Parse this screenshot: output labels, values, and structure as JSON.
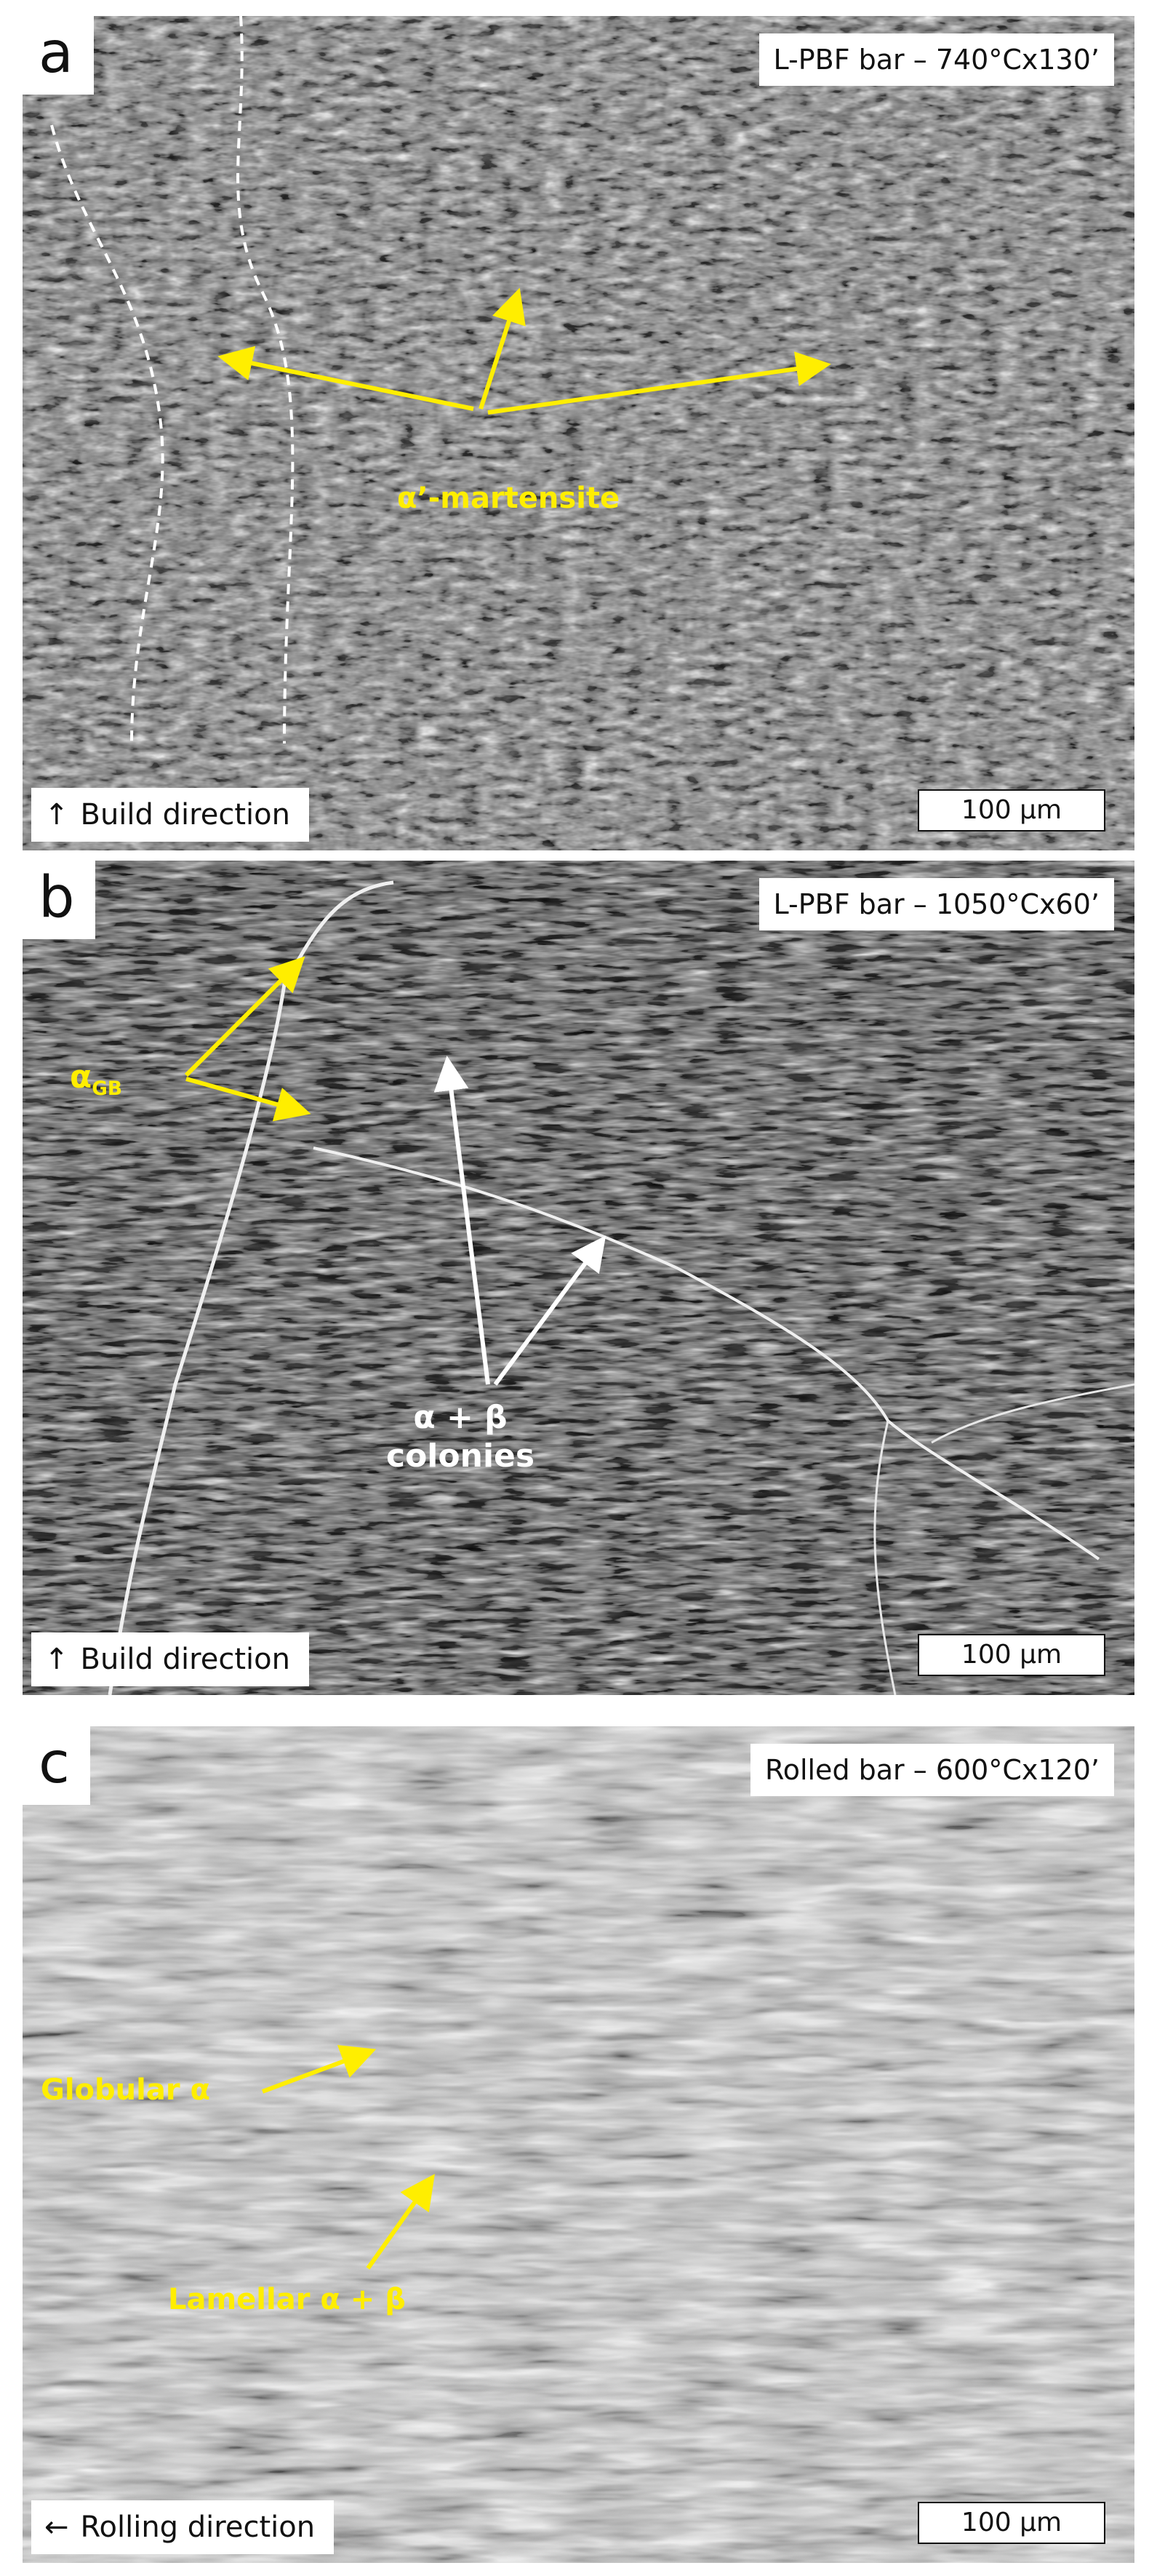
{
  "colors": {
    "annotation_yellow": "#ffee00",
    "annotation_white": "#ffffff"
  },
  "panels": [
    {
      "letter": "a",
      "condition": "L-PBF bar – 740°Cx130’",
      "direction": {
        "icon": "up-arrow-icon",
        "glyph": "↑",
        "text": "Build direction"
      },
      "scale_bar": "100 µm",
      "annotations": [
        {
          "text": "α’-martensite",
          "color": "yellow"
        }
      ]
    },
    {
      "letter": "b",
      "condition": "L-PBF bar – 1050°Cx60’",
      "direction": {
        "icon": "up-arrow-icon",
        "glyph": "↑",
        "text": "Build direction"
      },
      "scale_bar": "100 µm",
      "annotations": [
        {
          "text": "α",
          "subscript": "GB",
          "color": "yellow"
        },
        {
          "text": "α + β",
          "line2": "colonies",
          "color": "white"
        }
      ]
    },
    {
      "letter": "c",
      "condition": "Rolled bar – 600°Cx120’",
      "direction": {
        "icon": "left-arrow-icon",
        "glyph": "←",
        "text": "Rolling direction"
      },
      "scale_bar": "100 µm",
      "annotations": [
        {
          "text": "Globular α",
          "color": "yellow"
        },
        {
          "text": "Lamellar α + β",
          "color": "yellow"
        }
      ]
    }
  ]
}
